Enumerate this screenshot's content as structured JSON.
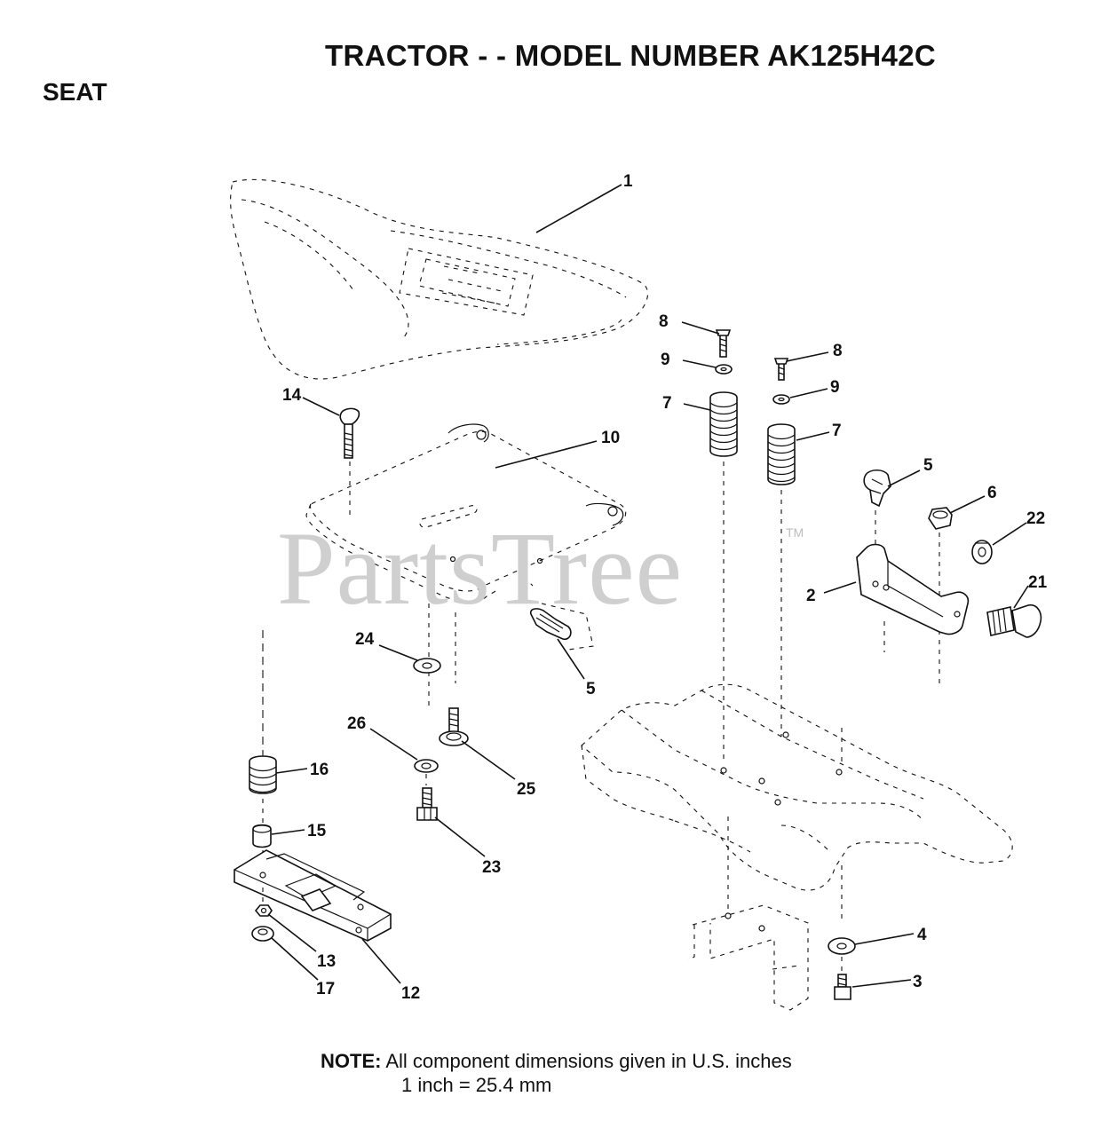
{
  "header": {
    "title": "TRACTOR - - MODEL NUMBER AK125H42C",
    "section": "SEAT"
  },
  "watermark": {
    "text": "PartsTree",
    "trademark": "TM"
  },
  "note": {
    "label": "NOTE:",
    "line1": "All component dimensions given in U.S. inches",
    "line2": "1 inch = 25.4 mm"
  },
  "callouts": [
    "1",
    "14",
    "10",
    "8",
    "9",
    "7",
    "8",
    "9",
    "7",
    "5",
    "6",
    "22",
    "2",
    "21",
    "24",
    "5",
    "26",
    "25",
    "16",
    "23",
    "15",
    "13",
    "17",
    "12",
    "4",
    "3"
  ]
}
